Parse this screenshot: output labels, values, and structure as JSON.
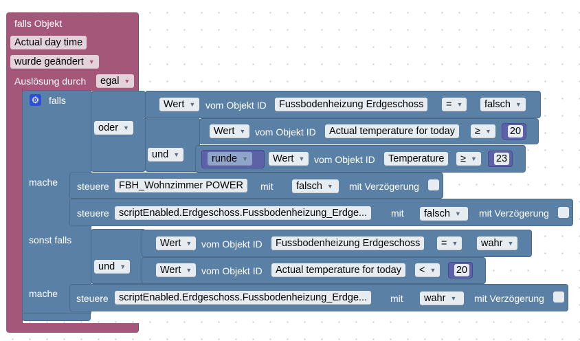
{
  "trigger": {
    "title": "falls Objekt",
    "object": "Actual day time",
    "condition": "wurde geändert",
    "trigger_by_label": "Auslösung durch",
    "trigger_by_value": "egal"
  },
  "if_block": {
    "falls_label": "falls",
    "mache_label": "mache",
    "sonst_falls_label": "sonst falls"
  },
  "cond1": {
    "or_label": "oder",
    "and_label": "und",
    "a": {
      "prop": "Wert",
      "mid": "vom Objekt ID",
      "obj": "Fussbodenheizung Erdgeschoss",
      "op": "=",
      "value": "falsch"
    },
    "b": {
      "prop": "Wert",
      "mid": "vom Objekt ID",
      "obj": "Actual temperature for today",
      "op": "≥",
      "value": "20"
    },
    "c": {
      "round": "runde",
      "prop": "Wert",
      "mid": "vom Objekt ID",
      "obj": "Temperature",
      "op": "≥",
      "value": "23"
    }
  },
  "actions1": [
    {
      "label": "steuere",
      "obj": "FBH_Wohnzimmer POWER",
      "mit": "mit",
      "value": "falsch",
      "delay": "mit Verzögerung"
    },
    {
      "label": "steuere",
      "obj": "scriptEnabled.Erdgeschoss.Fussbodenheizung_Erdge...",
      "mit": "mit",
      "value": "falsch",
      "delay": "mit Verzögerung"
    }
  ],
  "cond2": {
    "and_label": "und",
    "a": {
      "prop": "Wert",
      "mid": "vom Objekt ID",
      "obj": "Fussbodenheizung Erdgeschoss",
      "op": "=",
      "value": "wahr"
    },
    "b": {
      "prop": "Wert",
      "mid": "vom Objekt ID",
      "obj": "Actual temperature for today",
      "op": "<",
      "value": "20"
    }
  },
  "actions2": [
    {
      "label": "steuere",
      "obj": "scriptEnabled.Erdgeschoss.Fussbodenheizung_Erdge...",
      "mit": "mit",
      "value": "wahr",
      "delay": "mit Verzögerung"
    }
  ],
  "icons": {
    "dropdown": "▼",
    "gear": "⚙"
  },
  "colors": {
    "event": "#a5577a",
    "logic": "#5b80a5",
    "math": "#5c61a8",
    "field": "#e7ecf1"
  }
}
